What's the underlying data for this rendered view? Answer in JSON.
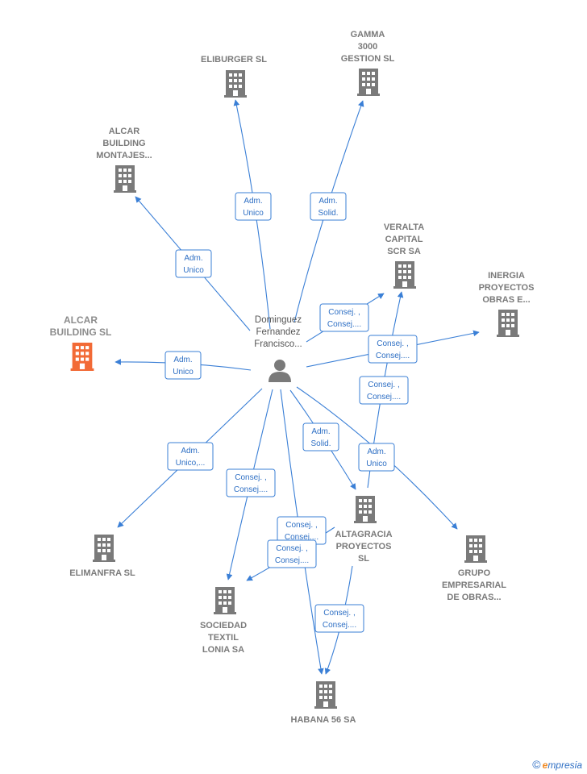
{
  "colors": {
    "edge": "#3a7fd6",
    "building": "#7a7a7a",
    "building_focus": "#f26a36",
    "person": "#7a7a7a"
  },
  "center": {
    "label_lines": [
      "Dominguez",
      "Fernandez",
      "Francisco..."
    ],
    "icon": "person-icon"
  },
  "nodes": [
    {
      "id": "eliburger",
      "lines": [
        "ELIBURGER  SL"
      ],
      "icon": "building-icon"
    },
    {
      "id": "gamma",
      "lines": [
        "GAMMA",
        "3000",
        "GESTION SL"
      ],
      "icon": "building-icon"
    },
    {
      "id": "alcar-montajes",
      "lines": [
        "ALCAR",
        "BUILDING",
        "MONTAJES..."
      ],
      "icon": "building-icon"
    },
    {
      "id": "veralta",
      "lines": [
        "VERALTA",
        "CAPITAL",
        "SCR SA"
      ],
      "icon": "building-icon"
    },
    {
      "id": "inergia",
      "lines": [
        "INERGIA",
        "PROYECTOS",
        "OBRAS E..."
      ],
      "icon": "building-icon"
    },
    {
      "id": "alcar-building",
      "lines": [
        "ALCAR",
        "BUILDING  SL"
      ],
      "icon": "building-icon",
      "focus": true
    },
    {
      "id": "elimanfra",
      "lines": [
        "ELIMANFRA  SL"
      ],
      "icon": "building-icon"
    },
    {
      "id": "altagracia",
      "lines": [
        "ALTAGRACIA",
        "PROYECTOS",
        "SL"
      ],
      "icon": "building-icon"
    },
    {
      "id": "grupo",
      "lines": [
        "GRUPO",
        "EMPRESARIAL",
        "DE OBRAS..."
      ],
      "icon": "building-icon"
    },
    {
      "id": "sociedad",
      "lines": [
        "SOCIEDAD",
        "TEXTIL",
        "LONIA SA"
      ],
      "icon": "building-icon"
    },
    {
      "id": "habana",
      "lines": [
        "HABANA 56 SA"
      ],
      "icon": "building-icon"
    }
  ],
  "edges": [
    {
      "to": "eliburger",
      "label": [
        "Adm.",
        "Unico"
      ]
    },
    {
      "to": "gamma",
      "label": [
        "Adm.",
        "Solid."
      ]
    },
    {
      "to": "alcar-montajes",
      "label": [
        "Adm.",
        "Unico"
      ]
    },
    {
      "to": "veralta",
      "label": [
        "Consej. ,",
        "Consej...."
      ]
    },
    {
      "to": "inergia",
      "label": [
        "Consej. ,",
        "Consej...."
      ]
    },
    {
      "to": "veralta-from-altagracia",
      "label": [
        "Consej. ,",
        "Consej...."
      ]
    },
    {
      "to": "alcar-building",
      "label": [
        "Adm.",
        "Unico"
      ]
    },
    {
      "to": "altagracia",
      "label": [
        "Adm.",
        "Solid."
      ]
    },
    {
      "to": "grupo",
      "label": [
        "Adm.",
        "Unico"
      ]
    },
    {
      "to": "elimanfra",
      "label": [
        "Adm.",
        "Unico,..."
      ]
    },
    {
      "to": "sociedad",
      "label": [
        "Consej. ,",
        "Consej...."
      ]
    },
    {
      "to": "habana",
      "label": [
        "Consej. ,",
        "Consej...."
      ]
    },
    {
      "to": "sociedad-from-altagracia",
      "label": [
        "Consej. ,",
        "Consej...."
      ]
    },
    {
      "to": "habana-from-altagracia",
      "label": [
        "Consej. ,",
        "Consej...."
      ]
    }
  ],
  "footer": {
    "copyright": "©",
    "brand_first": "e",
    "brand_rest": "mpresia"
  }
}
